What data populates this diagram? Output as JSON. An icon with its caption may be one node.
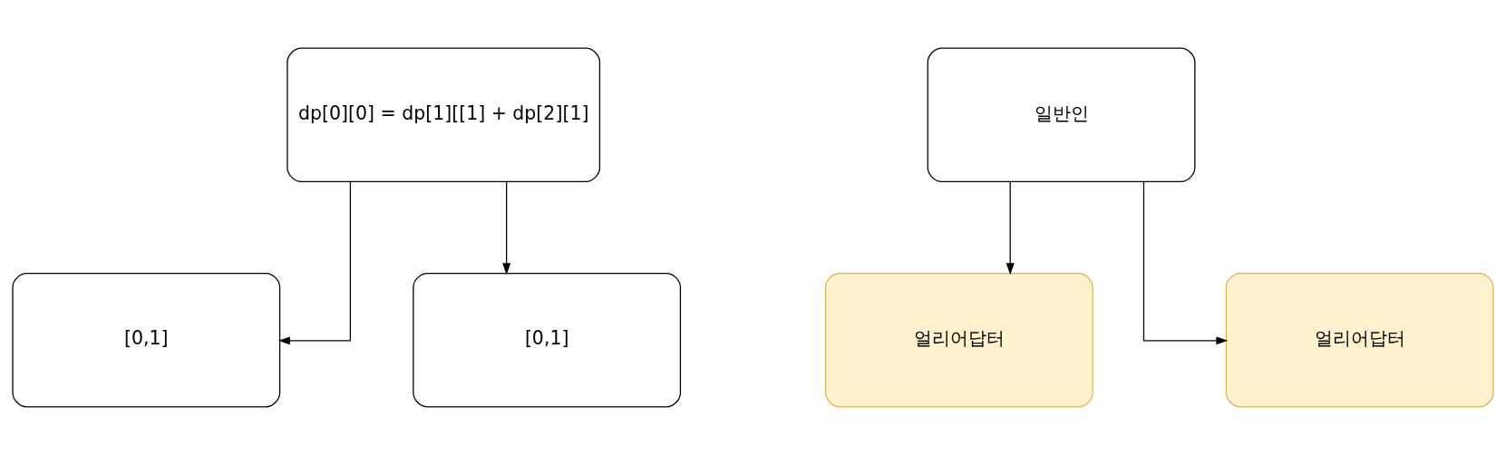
{
  "diagram": {
    "nodes": [
      {
        "text": [
          "dp[0][0] = dp[1][[1] + dp[2][1]"
        ]
      },
      {
        "text": [
          "일반인"
        ]
      },
      {
        "text": [
          "[0,1]"
        ]
      },
      {
        "text": [
          "[0,1]"
        ]
      },
      {
        "text": [
          "얼리어답터"
        ]
      },
      {
        "text": [
          "얼리어답터"
        ]
      }
    ],
    "edges": [
      {
        "from": 0,
        "to": 2,
        "arrow": "to"
      },
      {
        "from": 0,
        "to": 3,
        "arrow": "to"
      },
      {
        "from": 1,
        "to": 4,
        "arrow": "to"
      },
      {
        "from": 1,
        "to": 5,
        "arrow": "to"
      }
    ]
  }
}
